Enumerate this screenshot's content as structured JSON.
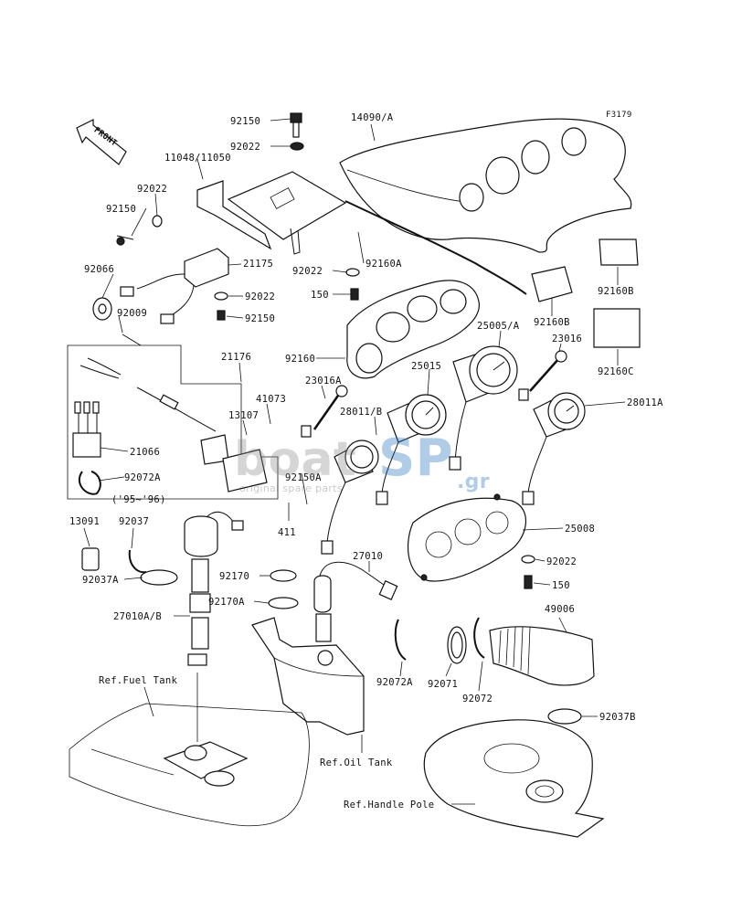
{
  "diagram": {
    "figure_code": "F3179",
    "front_label": "FRONT",
    "parts": [
      {
        "id": "p1",
        "label": "92150"
      },
      {
        "id": "p2",
        "label": "92022"
      },
      {
        "id": "p3",
        "label": "11048/11050"
      },
      {
        "id": "p4",
        "label": "14090/A"
      },
      {
        "id": "p5",
        "label": "92022"
      },
      {
        "id": "p6",
        "label": "92150"
      },
      {
        "id": "p7",
        "label": "92066"
      },
      {
        "id": "p8",
        "label": "21175"
      },
      {
        "id": "p9",
        "label": "92022"
      },
      {
        "id": "p10",
        "label": "92160A"
      },
      {
        "id": "p11",
        "label": "92022"
      },
      {
        "id": "p12",
        "label": "150"
      },
      {
        "id": "p13",
        "label": "92009"
      },
      {
        "id": "p14",
        "label": "92150"
      },
      {
        "id": "p15",
        "label": "92160B"
      },
      {
        "id": "p16",
        "label": "92160B"
      },
      {
        "id": "p17",
        "label": "92160C"
      },
      {
        "id": "p18",
        "label": "25005/A"
      },
      {
        "id": "p19",
        "label": "23016"
      },
      {
        "id": "p20",
        "label": "21176"
      },
      {
        "id": "p21",
        "label": "92160"
      },
      {
        "id": "p22",
        "label": "25015"
      },
      {
        "id": "p23",
        "label": "23016A"
      },
      {
        "id": "p24",
        "label": "41073"
      },
      {
        "id": "p25",
        "label": "28011/B"
      },
      {
        "id": "p26",
        "label": "28011A"
      },
      {
        "id": "p27",
        "label": "13107"
      },
      {
        "id": "p28",
        "label": "21066"
      },
      {
        "id": "p29",
        "label": "92150A"
      },
      {
        "id": "p30",
        "label": "92072A"
      },
      {
        "id": "p31",
        "label": "('95~'96)"
      },
      {
        "id": "p32",
        "label": "411"
      },
      {
        "id": "p33",
        "label": "13091"
      },
      {
        "id": "p34",
        "label": "92037"
      },
      {
        "id": "p35",
        "label": "25008"
      },
      {
        "id": "p36",
        "label": "27010"
      },
      {
        "id": "p37",
        "label": "92037A"
      },
      {
        "id": "p38",
        "label": "92170"
      },
      {
        "id": "p39",
        "label": "92022"
      },
      {
        "id": "p40",
        "label": "150"
      },
      {
        "id": "p41",
        "label": "92170A"
      },
      {
        "id": "p42",
        "label": "49006"
      },
      {
        "id": "p43",
        "label": "27010A/B"
      },
      {
        "id": "p44",
        "label": "Ref.Fuel Tank"
      },
      {
        "id": "p45",
        "label": "92072A"
      },
      {
        "id": "p46",
        "label": "92071"
      },
      {
        "id": "p47",
        "label": "92072"
      },
      {
        "id": "p48",
        "label": "92037B"
      },
      {
        "id": "p49",
        "label": "Ref.Oil Tank"
      },
      {
        "id": "p50",
        "label": "Ref.Handle Pole"
      }
    ]
  },
  "watermark": {
    "brand_left": "boat",
    "brand_right": "SP",
    "tld": ".gr",
    "tagline": "original spare parts"
  }
}
